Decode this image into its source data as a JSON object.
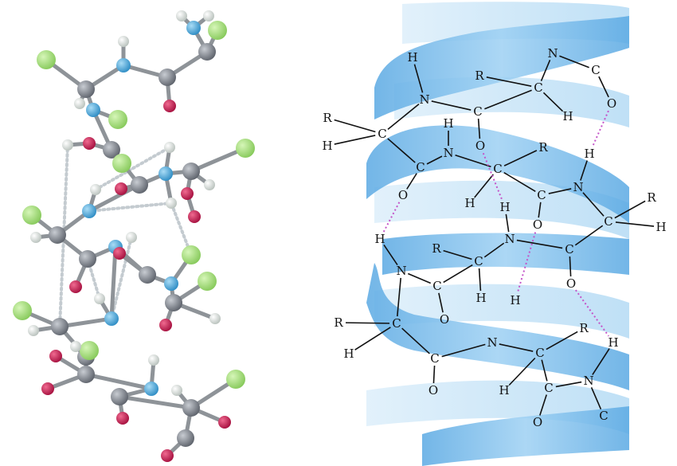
{
  "colors": {
    "carbon": "#7b8089",
    "nitrogen": "#3fa8dc",
    "oxygen": "#c9164f",
    "hydrogen": "#e6ece6",
    "r_group": "#a6e07a",
    "bond": "#8e9398",
    "hbond_ball": "#c4cbd0",
    "hbond_schematic": "#c455c8",
    "ribbon_light": "#cfe7f8",
    "ribbon_mid": "#9fd0f2",
    "ribbon_dark": "#6bb4e8",
    "text": "#111111"
  },
  "atom_labels": {
    "carbon": "C",
    "nitrogen": "N",
    "oxygen": "O",
    "hydrogen": "H",
    "r_group": "R"
  }
}
